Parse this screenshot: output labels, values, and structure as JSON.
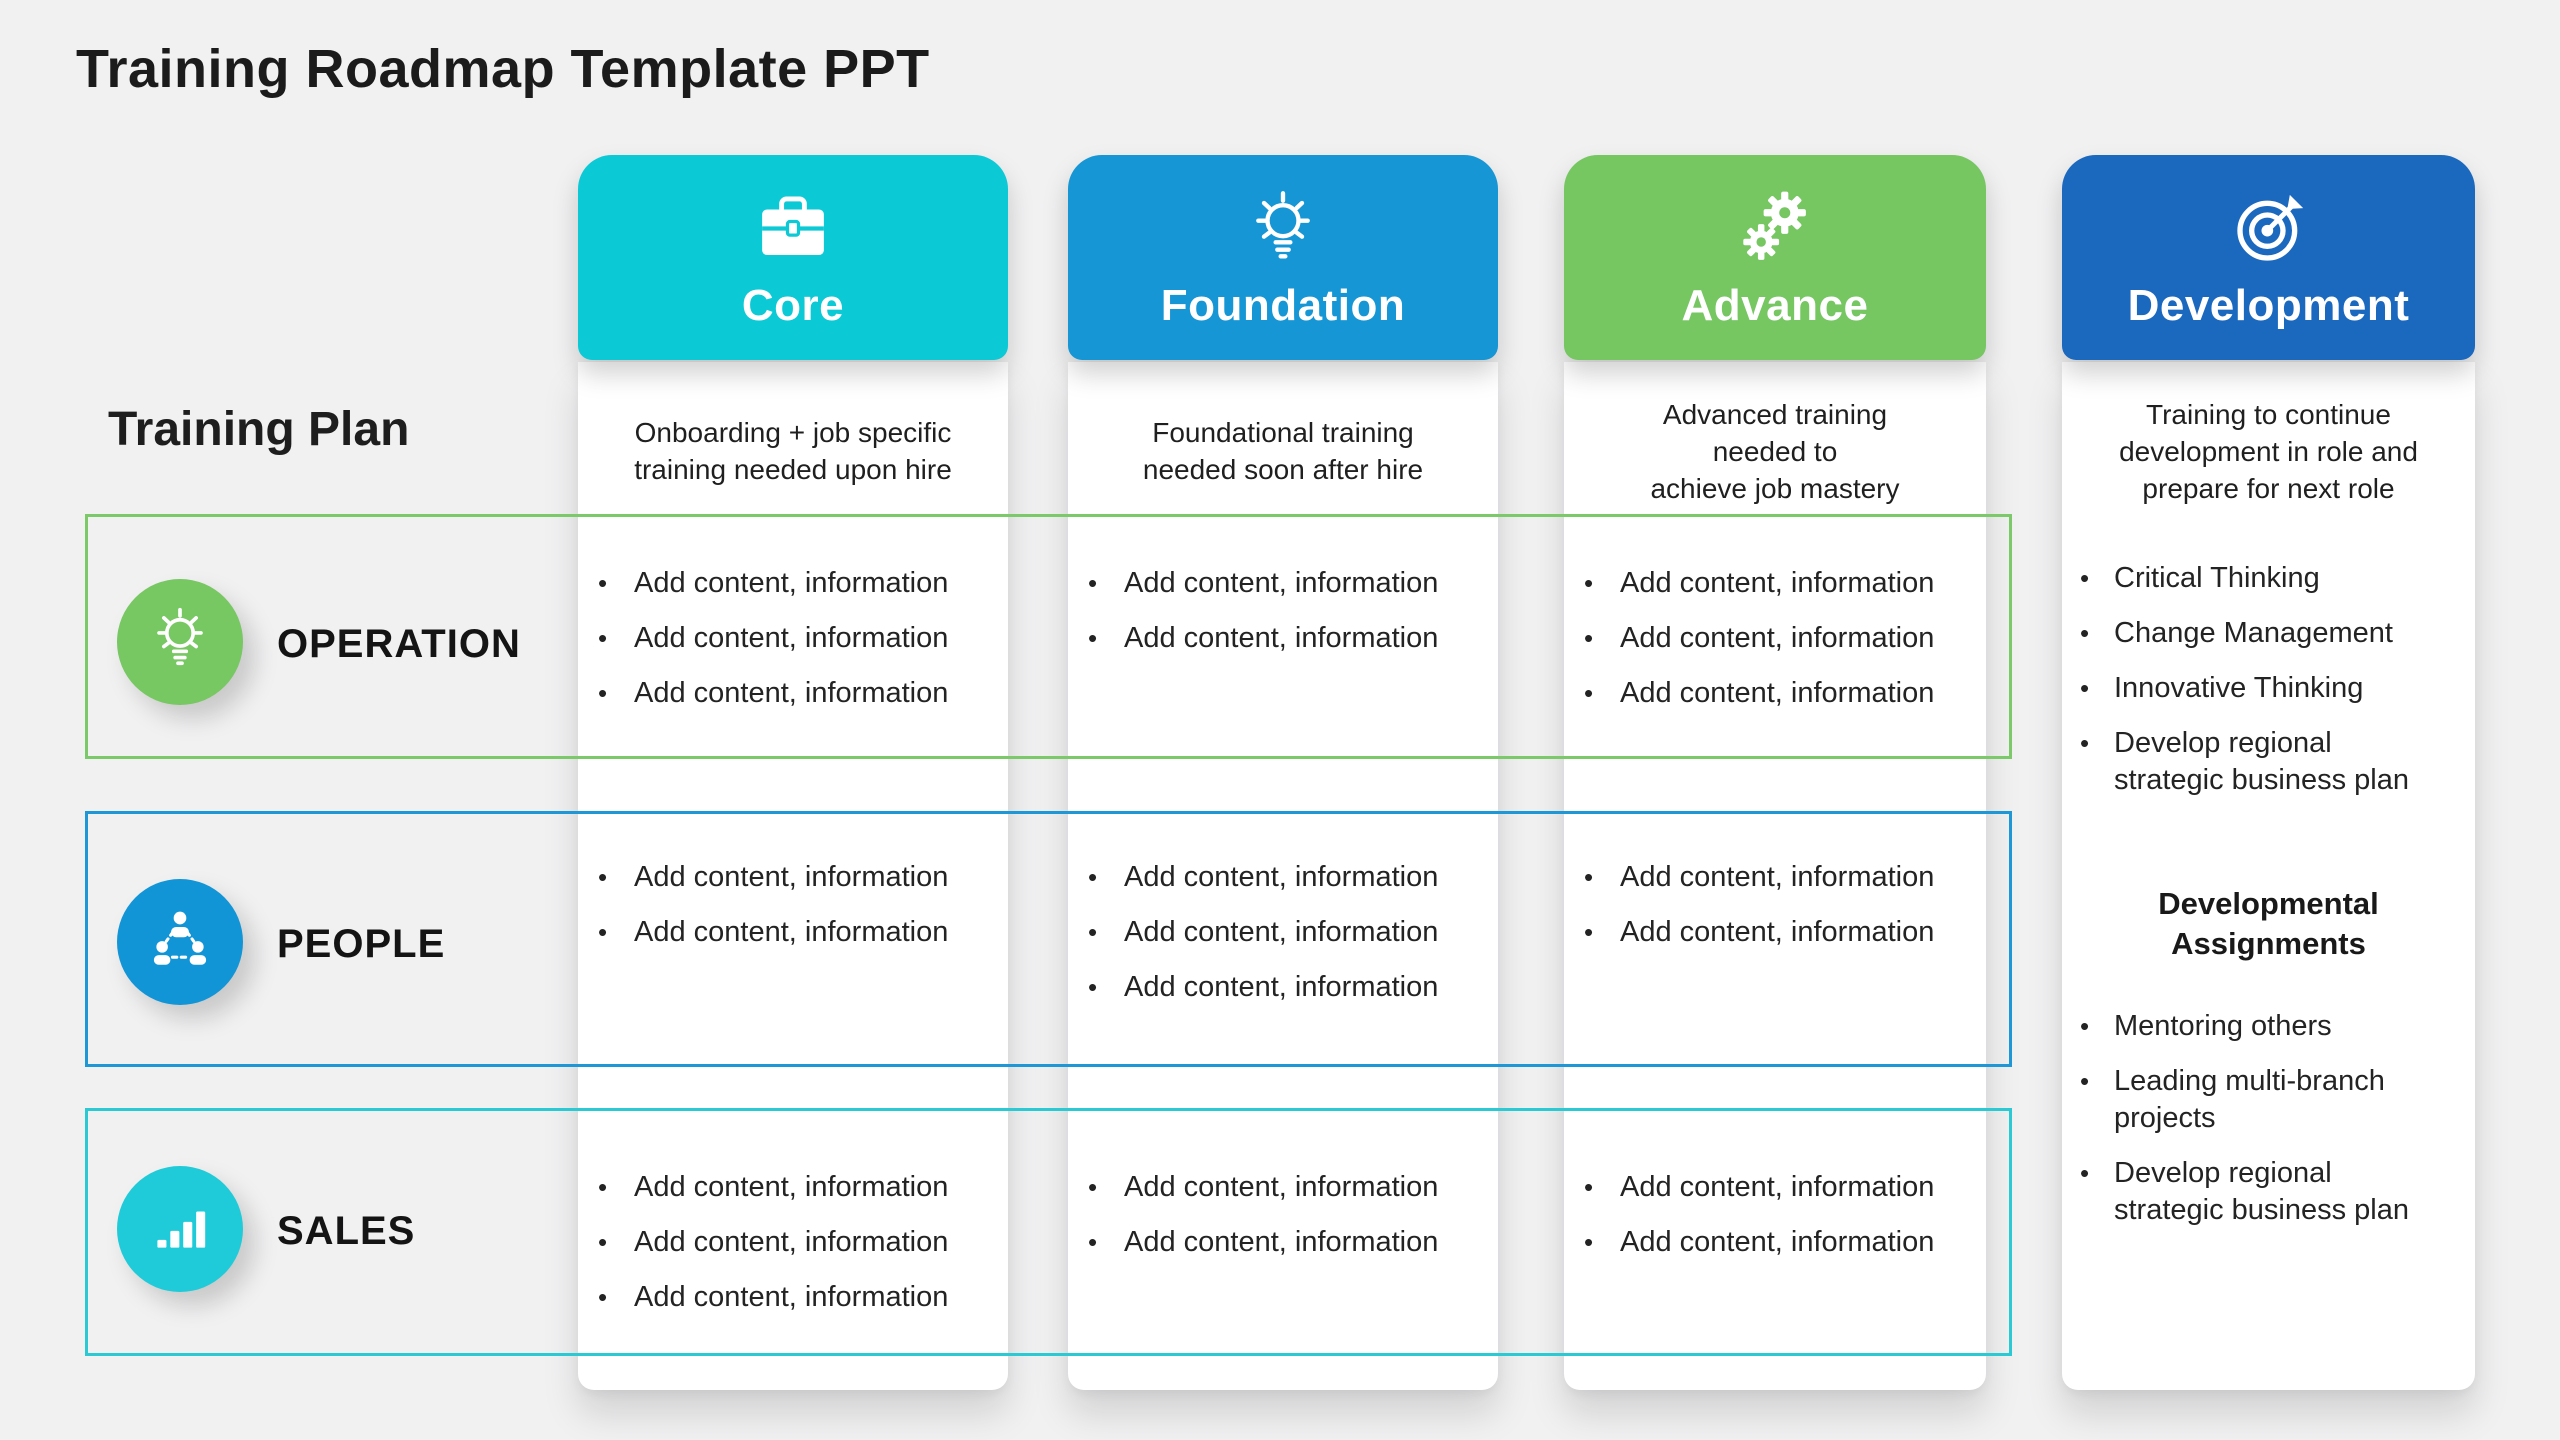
{
  "title": "Training Roadmap Template PPT",
  "training_plan_label": "Training Plan",
  "colors": {
    "background": "#f1f1f2",
    "core": "#0cc9d6",
    "foundation": "#1696d4",
    "advance": "#76c662",
    "development": "#1b68bf",
    "operation_accent": "#77c762",
    "people_accent": "#1295d6",
    "sales_accent": "#1fcbd8",
    "text": "#232323"
  },
  "columns": [
    {
      "id": "core",
      "label": "Core",
      "icon": "briefcase-icon",
      "color": "#0cc9d6",
      "description": "Onboarding + job specific training needed upon hire",
      "description_lines": [
        "Onboarding + job specific",
        "training needed upon hire"
      ]
    },
    {
      "id": "foundation",
      "label": "Foundation",
      "icon": "lightbulb-icon",
      "color": "#1696d4",
      "description": "Foundational training needed soon after hire",
      "description_lines": [
        "Foundational training",
        "needed soon after hire"
      ]
    },
    {
      "id": "advance",
      "label": "Advance",
      "icon": "gears-icon",
      "color": "#76c662",
      "description": "Advanced training needed to achieve job mastery",
      "description_lines": [
        "Advanced training",
        "needed to",
        "achieve job mastery"
      ]
    },
    {
      "id": "development",
      "label": "Development",
      "icon": "target-arrow-icon",
      "color": "#1b68bf",
      "description": "Training to continue development in role and prepare for next role",
      "description_lines": [
        "Training to continue",
        "development in role and",
        "prepare for next role"
      ]
    }
  ],
  "rows": [
    {
      "id": "operation",
      "label": "OPERATION",
      "icon": "lightbulb-icon",
      "color": "#77c762",
      "cells": {
        "core": [
          "Add content, information",
          "Add content, information",
          "Add content, information"
        ],
        "foundation": [
          "Add content, information",
          "Add content, information"
        ],
        "advance": [
          "Add content, information",
          "Add content, information",
          "Add content, information"
        ]
      }
    },
    {
      "id": "people",
      "label": "PEOPLE",
      "icon": "people-network-icon",
      "color": "#1295d6",
      "cells": {
        "core": [
          "Add content, information",
          "Add content, information"
        ],
        "foundation": [
          "Add content, information",
          "Add content, information",
          "Add content, information"
        ],
        "advance": [
          "Add content, information",
          "Add content, information"
        ]
      }
    },
    {
      "id": "sales",
      "label": "SALES",
      "icon": "bar-chart-icon",
      "color": "#1fcbd8",
      "cells": {
        "core": [
          "Add content, information",
          "Add content, information",
          "Add content, information"
        ],
        "foundation": [
          "Add content, information",
          "Add content, information"
        ],
        "advance": [
          "Add content, information",
          "Add content, information"
        ]
      }
    }
  ],
  "development_column": {
    "skills": [
      "Critical Thinking",
      "Change Management",
      "Innovative Thinking",
      "Develop regional strategic business plan"
    ],
    "heading": "Developmental Assignments",
    "assignments": [
      "Mentoring others",
      "Leading multi-branch projects",
      "Develop regional strategic business plan"
    ]
  }
}
